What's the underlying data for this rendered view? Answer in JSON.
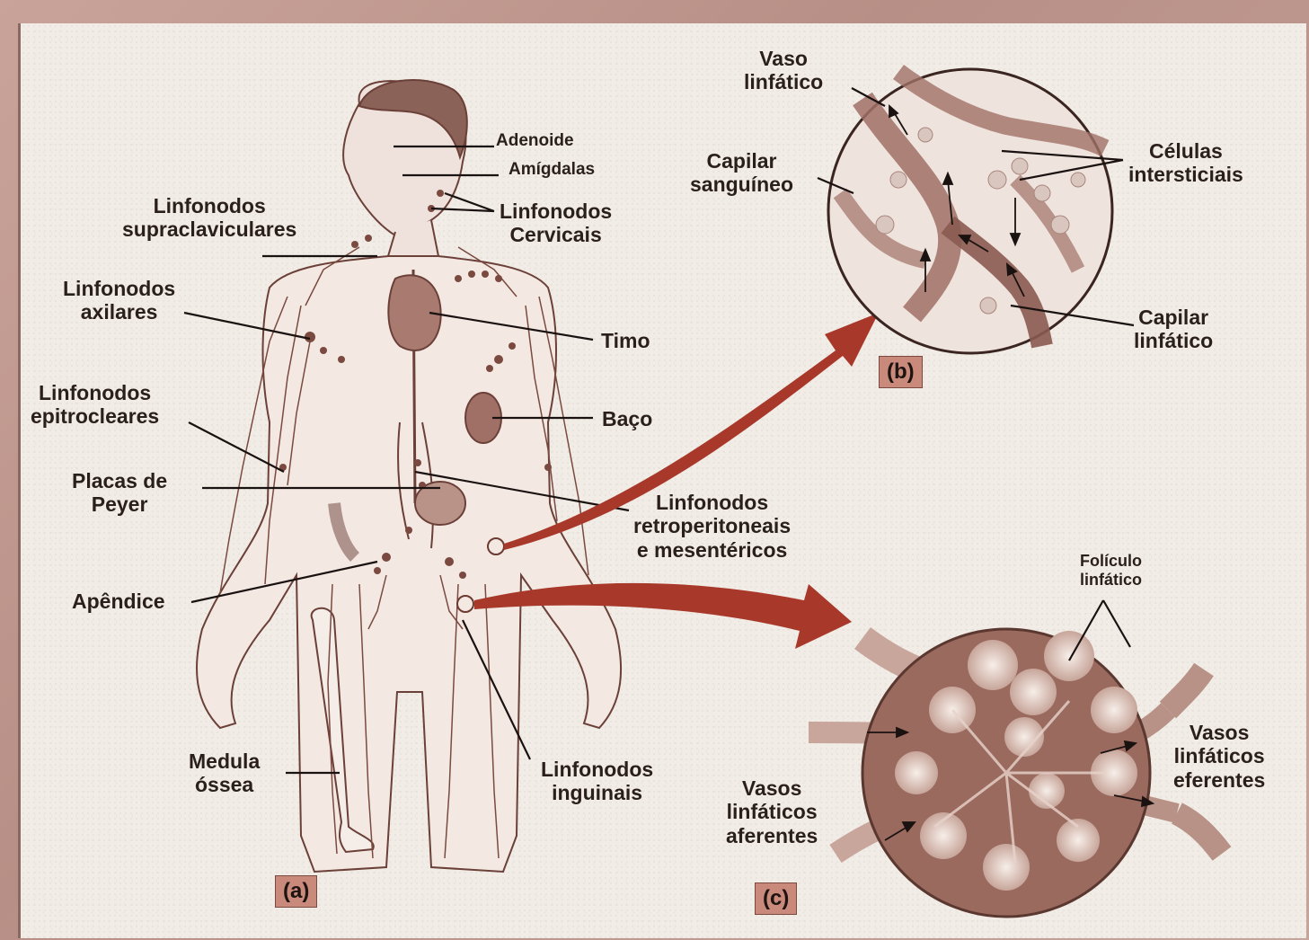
{
  "panels": {
    "a": "(a)",
    "b": "(b)",
    "c": "(c)"
  },
  "labels": {
    "adenoide": "Adenoide",
    "amigdalas": "Amígdalas",
    "linf_supraclaviculares": "Linfonodos\nsupraclaviculares",
    "linf_cervicais": "Linfonodos\nCervicais",
    "linf_axilares": "Linfonodos\naxilares",
    "timo": "Timo",
    "linf_epitrocleares": "Linfonodos\nepitrocleares",
    "baco": "Baço",
    "placas_peyer": "Placas de\nPeyer",
    "linf_retroperitoneais": "Linfonodos\nretroperitoneais\ne mesentéricos",
    "apendice": "Apêndice",
    "medula_ossea": "Medula\nóssea",
    "linf_inguinais": "Linfonodos\ninguinais",
    "vaso_linfatico": "Vaso\nlinfático",
    "capilar_sanguineo": "Capilar\nsanguíneo",
    "celulas_intersticiais": "Células\nintersticiais",
    "capilar_linfatico": "Capilar\nlinfático",
    "foliculo_linfatico": "Folículo\nlinfático",
    "vasos_eferentes": "Vasos\nlinfáticos\neferentes",
    "vasos_aferentes": "Vasos\nlinfáticos\naferentes"
  },
  "colors": {
    "background": "#f1ece6",
    "ink": "#2b1f1a",
    "arrow": "#a8382a",
    "tag": "#c98a7c",
    "vessel": "#7a4a40"
  }
}
